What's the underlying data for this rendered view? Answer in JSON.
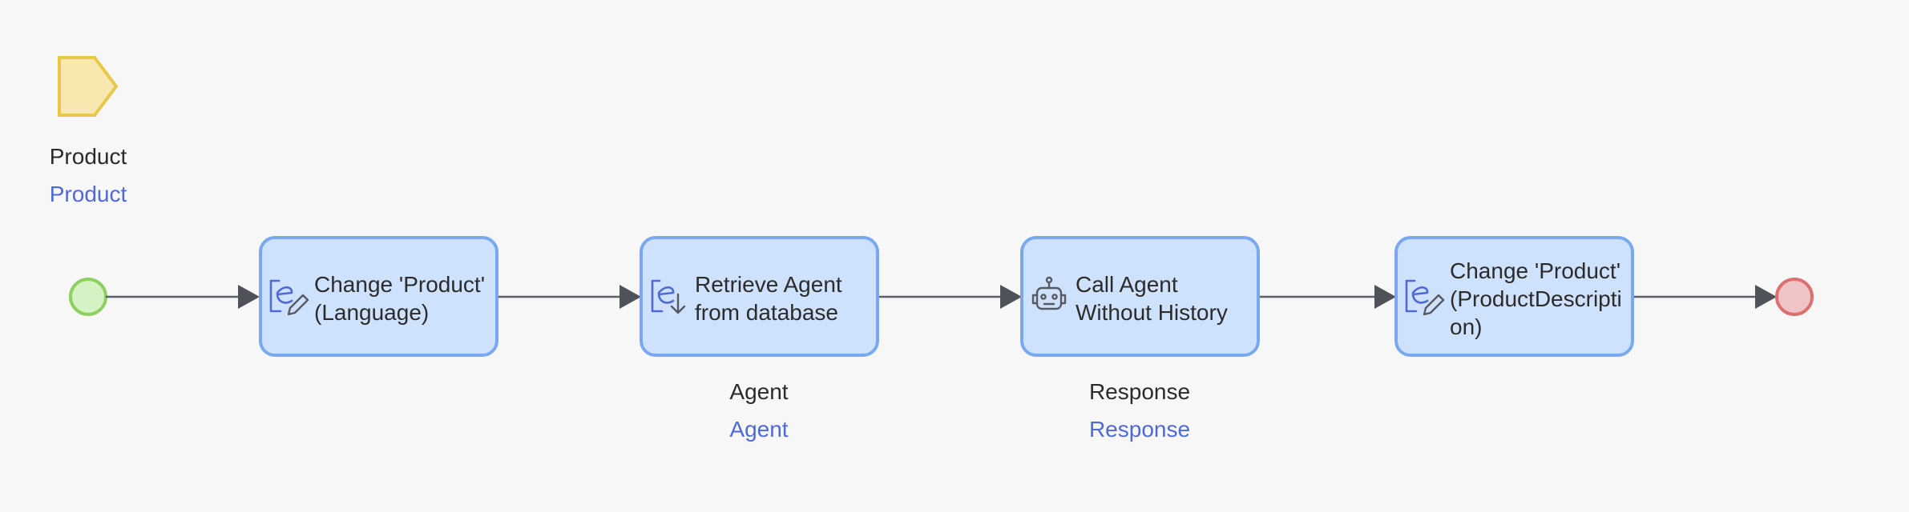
{
  "parameter": {
    "name": "Product",
    "type": "Product",
    "colors": {
      "fill": "#f8e8b0",
      "stroke": "#e8c84a"
    }
  },
  "start_event": {
    "colors": {
      "fill": "#d4f2c4",
      "stroke": "#8cd060"
    }
  },
  "end_event": {
    "colors": {
      "fill": "#f0c4c4",
      "stroke": "#dc7070"
    }
  },
  "activities": [
    {
      "id": "change-product-language",
      "icon": "change-object-icon",
      "lines": [
        "Change 'Product'",
        "(Language)"
      ],
      "output_name": "",
      "output_type": ""
    },
    {
      "id": "retrieve-agent",
      "icon": "retrieve-object-icon",
      "lines": [
        "Retrieve Agent",
        "from database"
      ],
      "output_name": "Agent",
      "output_type": "Agent"
    },
    {
      "id": "call-agent",
      "icon": "robot-icon",
      "lines": [
        "Call Agent",
        "Without History"
      ],
      "output_name": "Response",
      "output_type": "Response"
    },
    {
      "id": "change-product-description",
      "icon": "change-object-icon",
      "lines": [
        "Change 'Product'",
        "(ProductDescripti",
        "on)"
      ],
      "output_name": "",
      "output_type": ""
    }
  ],
  "colors": {
    "background": "#f7f7f7",
    "activity_fill": "#cfe2fd",
    "activity_stroke": "#7aa8ef",
    "flow_line": "#5b5f66",
    "variable_type": "#4f6ad6",
    "text": "#2b2b2b"
  }
}
